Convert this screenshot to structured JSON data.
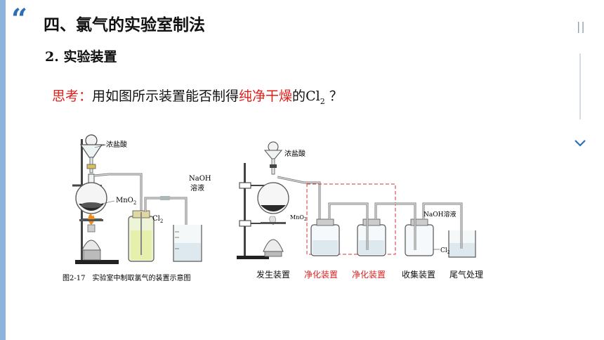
{
  "slide": {
    "title": "四、氯气的实验室制法",
    "subtitle_num": "2.",
    "subtitle_text": " 实验装置",
    "question": {
      "prefix": "思考：",
      "part1": "用如图所示装置能否制得",
      "highlight": "纯净干燥",
      "part2": "的",
      "chem": "Cl",
      "chem_sub": "2",
      "suffix": " ？"
    }
  },
  "figure_left": {
    "label_hcl": "浓盐酸",
    "label_mno2": "MnO",
    "label_mno2_sub": "2",
    "label_cl2": "Cl",
    "label_cl2_sub": "2",
    "label_naoh_1": "NaOH",
    "label_naoh_2": "溶液",
    "caption": "图2-17　实验室中制取氯气的装置示意图"
  },
  "figure_right": {
    "label_hcl": "浓盐酸",
    "label_mno2": "MnO",
    "label_mno2_sub": "2",
    "label_naoh": "NaOH溶液",
    "label_cl2": "Cl",
    "label_cl2_sub": "2",
    "captions": [
      {
        "text": "发生装置",
        "color": "#111111"
      },
      {
        "text": "净化装置",
        "color": "#dd2222"
      },
      {
        "text": "净化装置",
        "color": "#dd2222"
      },
      {
        "text": "收集装置",
        "color": "#111111"
      },
      {
        "text": "尾气处理",
        "color": "#111111"
      }
    ]
  },
  "controls": {
    "pause_icon": "pause-icon",
    "chevron_icon": "chevron-down-icon"
  },
  "colors": {
    "accent": "#2f6eb5",
    "sidebar": "#8fb4dc",
    "highlight": "#e0201b"
  }
}
